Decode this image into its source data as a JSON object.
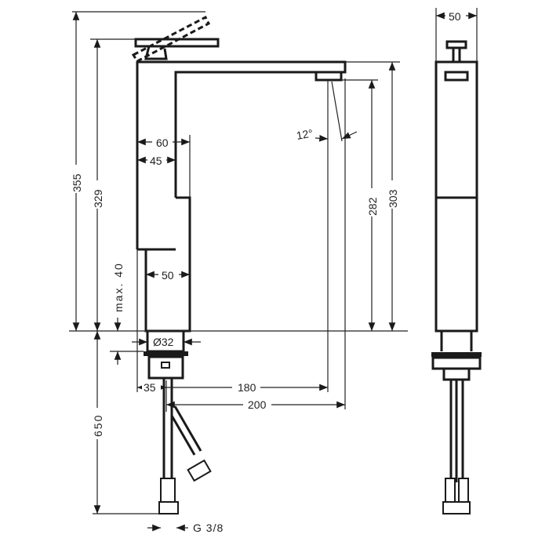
{
  "drawing": {
    "front_view": {
      "dimensions": {
        "total_height_lever_open": "355",
        "height_lever": "329",
        "body_depth": "60",
        "upper_body_width": "45",
        "spray_angle": "12°",
        "spout_outlet_height": "282",
        "spout_height": "303",
        "lower_body_width": "50",
        "max_deck_thickness": "max. 40",
        "mount_hole": "Ø32",
        "axis_offset": "35",
        "projection_outlet": "180",
        "projection_spout": "200",
        "hose_length": "650",
        "connection_thread": "G 3/8"
      }
    },
    "side_view": {
      "dimensions": {
        "width": "50"
      }
    }
  }
}
